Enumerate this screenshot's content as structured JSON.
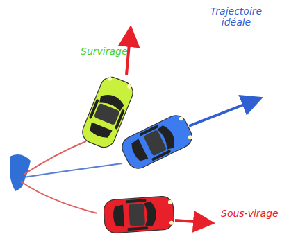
{
  "diagram": {
    "labels": [
      "Survirage",
      "Trajectoire idéale",
      "Sous-virage"
    ]
  }
}
